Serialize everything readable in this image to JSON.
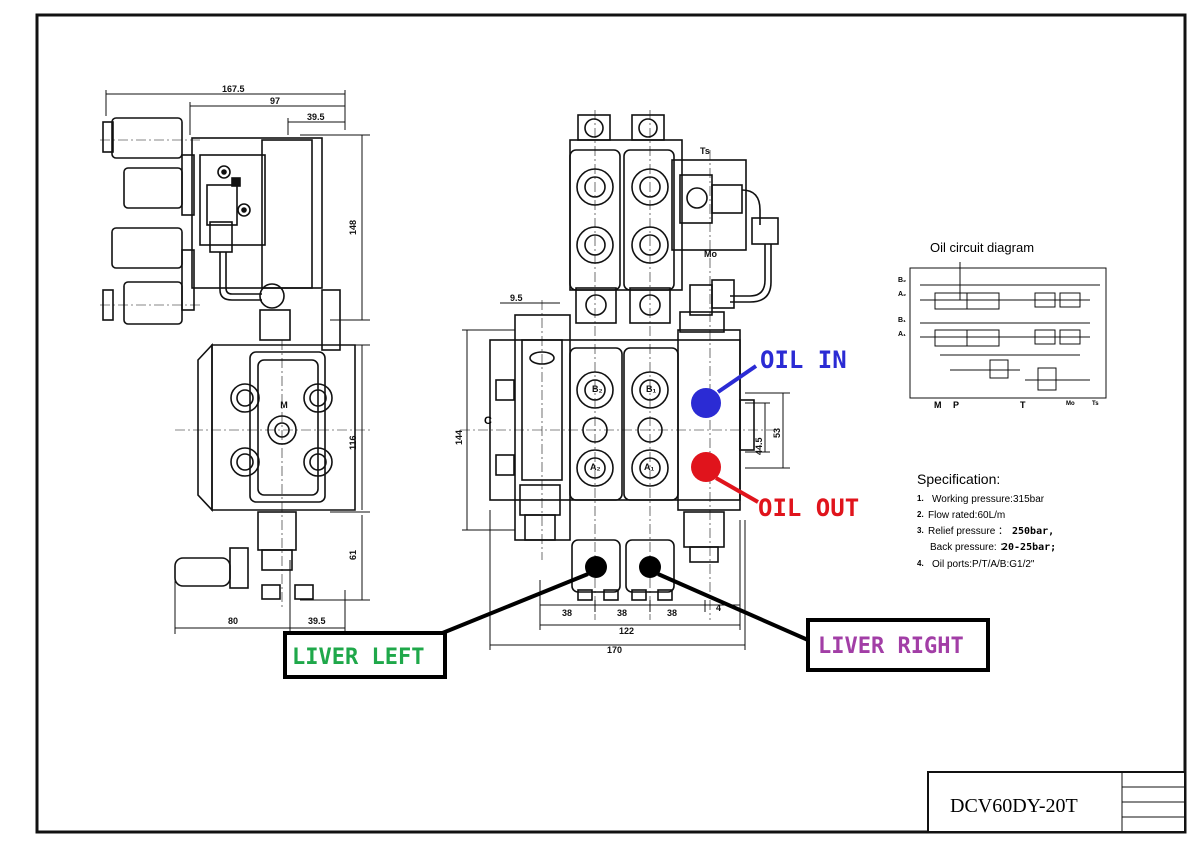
{
  "title_block": {
    "model": "DCV60DY-20T"
  },
  "labels": {
    "oil_in": "OIL IN",
    "oil_out": "OIL OUT",
    "liver_left": "LIVER LEFT",
    "liver_right": "LIVER RIGHT"
  },
  "colors": {
    "oil_in": "#2b2bd4",
    "oil_out": "#e0141c",
    "liver_left_text": "#1fa84a",
    "liver_right_text": "#a23ea6",
    "port_marker": "#000000"
  },
  "circuit_diagram": {
    "title": "Oil circuit diagram",
    "port_labels": {
      "b2": "B₂",
      "a2": "A₂",
      "b1": "B₁",
      "a1": "A₁",
      "m": "M",
      "p": "P",
      "t": "T",
      "mo": "Mo",
      "ts": "Ts"
    }
  },
  "specification": {
    "title": "Specification:",
    "items": [
      {
        "num": "1.",
        "text": "Working pressure:315bar"
      },
      {
        "num": "2.",
        "text": "Flow rated:60L/m"
      },
      {
        "num": "3.",
        "text": "Relief pressure ：",
        "extra": "250bar,"
      },
      {
        "num": "",
        "text": "Back pressure: ：",
        "extra": "20-25bar;"
      },
      {
        "num": "4.",
        "text": "Oil ports:P/T/A/B:G1/2\""
      }
    ]
  },
  "side_view": {
    "dims": {
      "d167": "167.5",
      "d97": "97",
      "d39top": "39.5",
      "d148": "148",
      "d116": "116",
      "d61": "61",
      "d80": "80",
      "d39bot": "39.5"
    },
    "port_label": "M"
  },
  "front_view": {
    "dims": {
      "d9": "9.5",
      "d144": "144",
      "d44": "44.5",
      "d53": "53",
      "d38a": "38",
      "d38b": "38",
      "d38c": "38",
      "d4": "4",
      "d122": "122",
      "d170": "170"
    },
    "port_labels": {
      "b2": "B₂",
      "b1": "B₁",
      "a2": "A₂",
      "a1": "A₁",
      "c": "C",
      "ts": "Ts",
      "mo": "Mo"
    }
  }
}
